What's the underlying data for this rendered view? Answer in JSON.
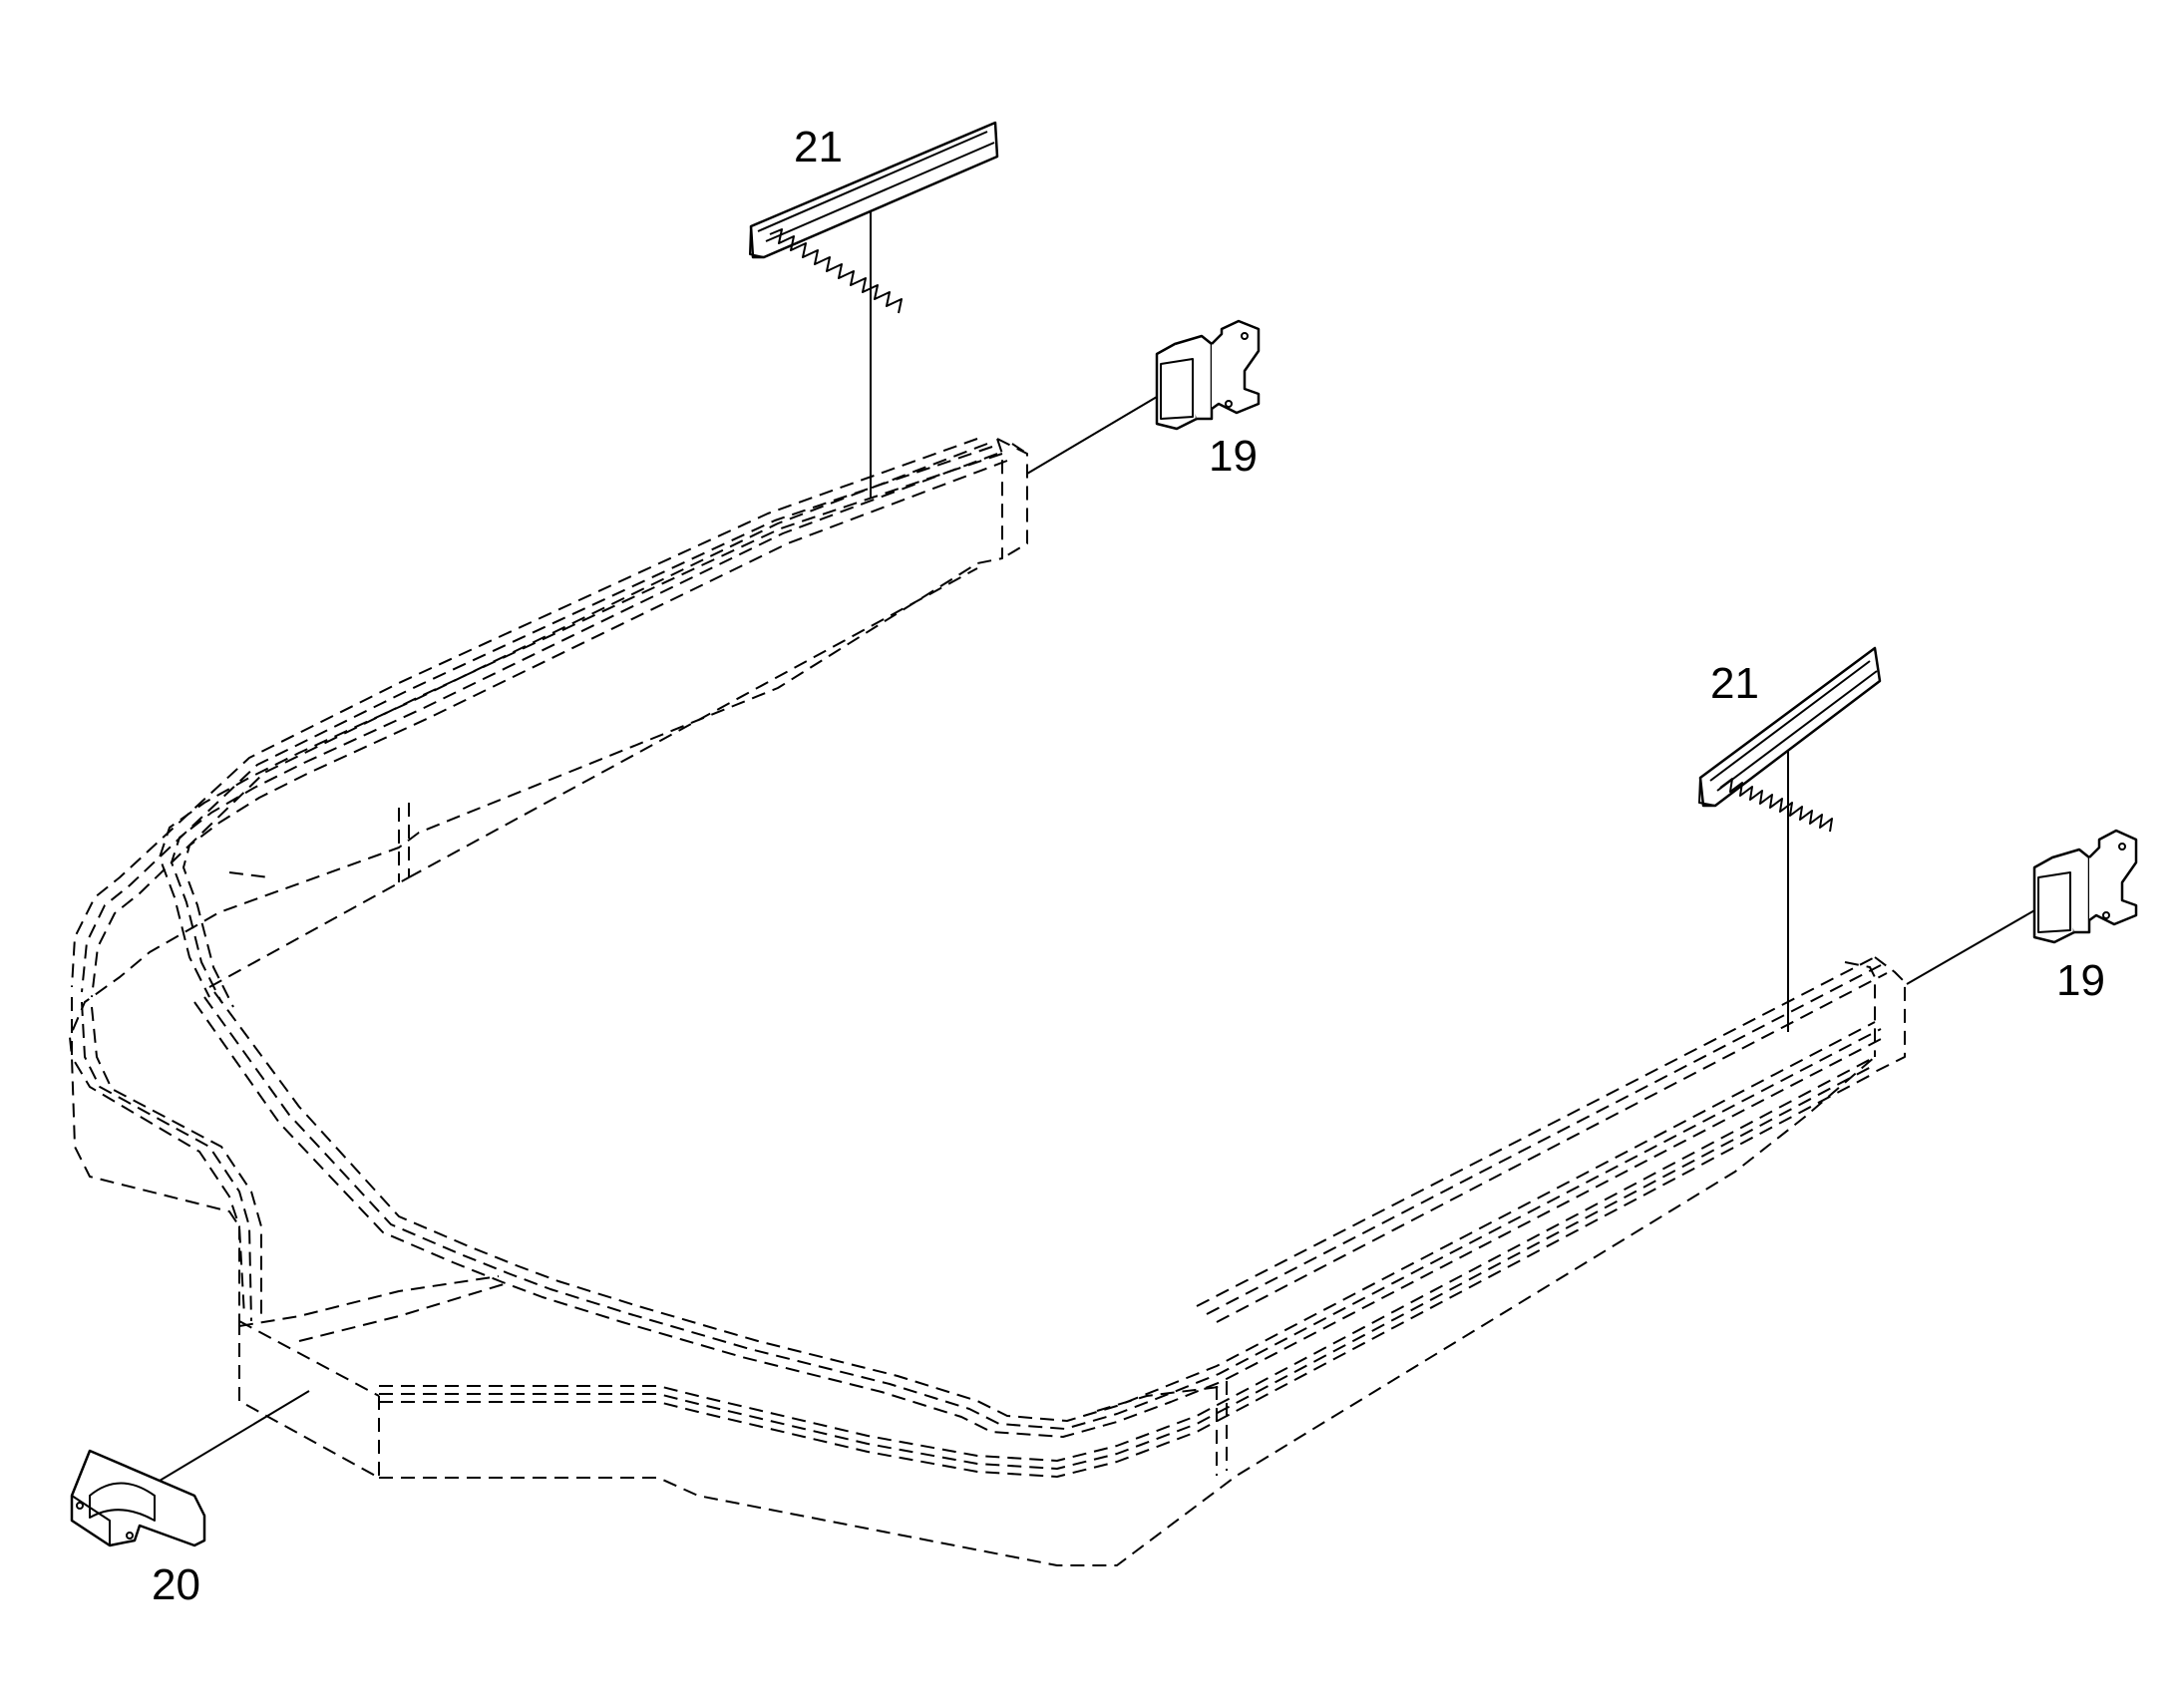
{
  "callouts": {
    "rack_left": "21",
    "rack_right": "21",
    "clip_left": "19",
    "clip_right": "19",
    "bracket": "20"
  }
}
